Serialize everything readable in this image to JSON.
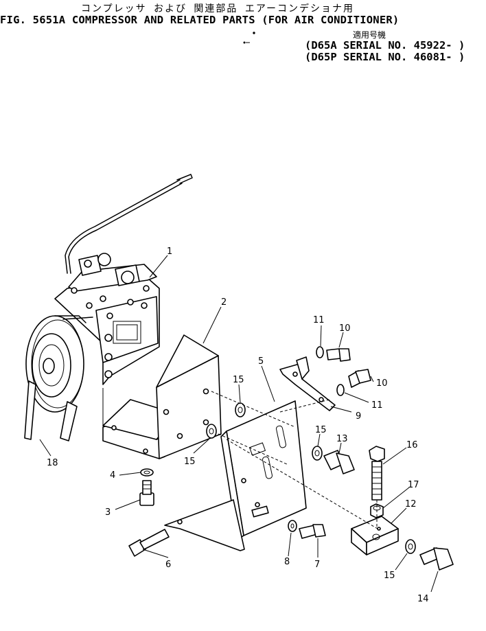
{
  "header": {
    "jp_title": "コンプレッサ および 関連部品 エアーコンデショナ用",
    "fig_title": "FIG. 5651A  COMPRESSOR AND RELATED PARTS  (FOR AIR CONDITIONER)",
    "jp_applicability": "適用号機",
    "serial_1": "(D65A  SERIAL  NO. 45922- )",
    "serial_2": "(D65P  SERIAL  NO. 46081- )"
  },
  "callouts": [
    {
      "id": "c1",
      "label": "1"
    },
    {
      "id": "c2",
      "label": "2"
    },
    {
      "id": "c3",
      "label": "3"
    },
    {
      "id": "c4",
      "label": "4"
    },
    {
      "id": "c5",
      "label": "5"
    },
    {
      "id": "c6",
      "label": "6"
    },
    {
      "id": "c7",
      "label": "7"
    },
    {
      "id": "c8",
      "label": "8"
    },
    {
      "id": "c9",
      "label": "9"
    },
    {
      "id": "c10a",
      "label": "10"
    },
    {
      "id": "c10b",
      "label": "10"
    },
    {
      "id": "c11a",
      "label": "11"
    },
    {
      "id": "c11b",
      "label": "11"
    },
    {
      "id": "c12",
      "label": "12"
    },
    {
      "id": "c13",
      "label": "13"
    },
    {
      "id": "c14",
      "label": "14"
    },
    {
      "id": "c15a",
      "label": "15"
    },
    {
      "id": "c15b",
      "label": "15"
    },
    {
      "id": "c15c",
      "label": "15"
    },
    {
      "id": "c15d",
      "label": "15"
    },
    {
      "id": "c16",
      "label": "16"
    },
    {
      "id": "c17",
      "label": "17"
    },
    {
      "id": "c18",
      "label": "18"
    }
  ]
}
